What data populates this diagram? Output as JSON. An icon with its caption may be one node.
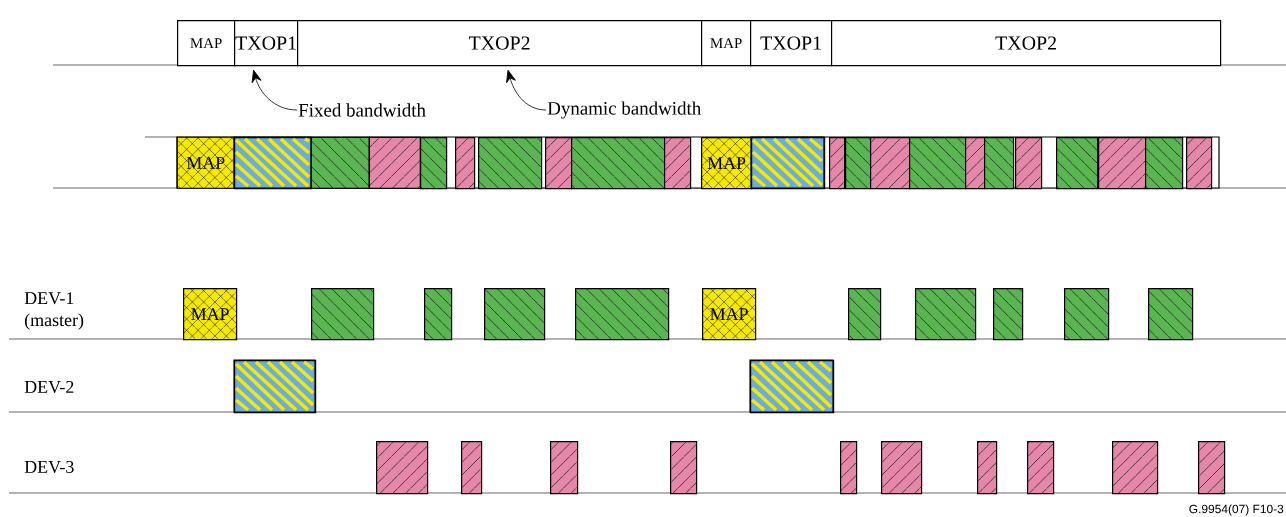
{
  "diagram": {
    "nodes": [
      {
        "text": [
          "MAP"
        ]
      },
      {
        "text": [
          "TXOP1"
        ]
      },
      {
        "text": [
          "TXOP2"
        ]
      },
      {
        "text": [
          "MAP"
        ]
      },
      {
        "text": [
          "TXOP1"
        ]
      },
      {
        "text": [
          "TXOP2"
        ]
      },
      {
        "text": [
          "Fixed bandwidth"
        ]
      },
      {
        "text": [
          "Dynamic bandwidth"
        ]
      },
      {
        "text": [
          "MAP"
        ]
      },
      {
        "text": [],
        "shape": "box"
      },
      {
        "text": [],
        "shape": "box"
      },
      {
        "text": [],
        "shape": "box"
      },
      {
        "text": [],
        "shape": "box"
      },
      {
        "text": [],
        "shape": "box"
      },
      {
        "text": [],
        "shape": "box"
      },
      {
        "text": [],
        "shape": "box"
      },
      {
        "text": [],
        "shape": "box"
      },
      {
        "text": [],
        "shape": "box"
      },
      {
        "text": [
          "MAP"
        ]
      },
      {
        "text": [],
        "shape": "box"
      },
      {
        "text": [],
        "shape": "box"
      },
      {
        "text": [],
        "shape": "box"
      },
      {
        "text": [],
        "shape": "box"
      },
      {
        "text": [],
        "shape": "box"
      },
      {
        "text": [],
        "shape": "box"
      },
      {
        "text": [],
        "shape": "box"
      },
      {
        "text": [],
        "shape": "box"
      },
      {
        "text": [],
        "shape": "box"
      },
      {
        "text": [],
        "shape": "box"
      },
      {
        "text": [],
        "shape": "box"
      },
      {
        "text": [],
        "shape": "box"
      },
      {
        "text": [
          "MAP"
        ]
      },
      {
        "text": [],
        "shape": "box"
      },
      {
        "text": [],
        "shape": "box"
      },
      {
        "text": [],
        "shape": "box"
      },
      {
        "text": [],
        "shape": "box"
      },
      {
        "text": [
          "MAP"
        ]
      },
      {
        "text": [],
        "shape": "box"
      },
      {
        "text": [],
        "shape": "box"
      },
      {
        "text": [],
        "shape": "box"
      },
      {
        "text": [],
        "shape": "box"
      },
      {
        "text": [],
        "shape": "box"
      },
      {
        "text": [],
        "shape": "box"
      },
      {
        "text": [],
        "shape": "box"
      },
      {
        "text": [],
        "shape": "box"
      },
      {
        "text": [],
        "shape": "box"
      },
      {
        "text": [],
        "shape": "box"
      },
      {
        "text": [],
        "shape": "box"
      },
      {
        "text": [],
        "shape": "box"
      },
      {
        "text": [],
        "shape": "box"
      },
      {
        "text": [],
        "shape": "box"
      },
      {
        "text": [],
        "shape": "box"
      },
      {
        "text": [],
        "shape": "box"
      },
      {
        "text": [],
        "shape": "box"
      }
    ],
    "edges": [
      {
        "from": 6,
        "to": 1,
        "arrow": "to"
      },
      {
        "from": 7,
        "to": 2,
        "arrow": "to"
      }
    ],
    "labels": [
      "DEV-1 (master)",
      "DEV-2",
      "DEV-3",
      "G.9954(07) F10-3"
    ]
  }
}
